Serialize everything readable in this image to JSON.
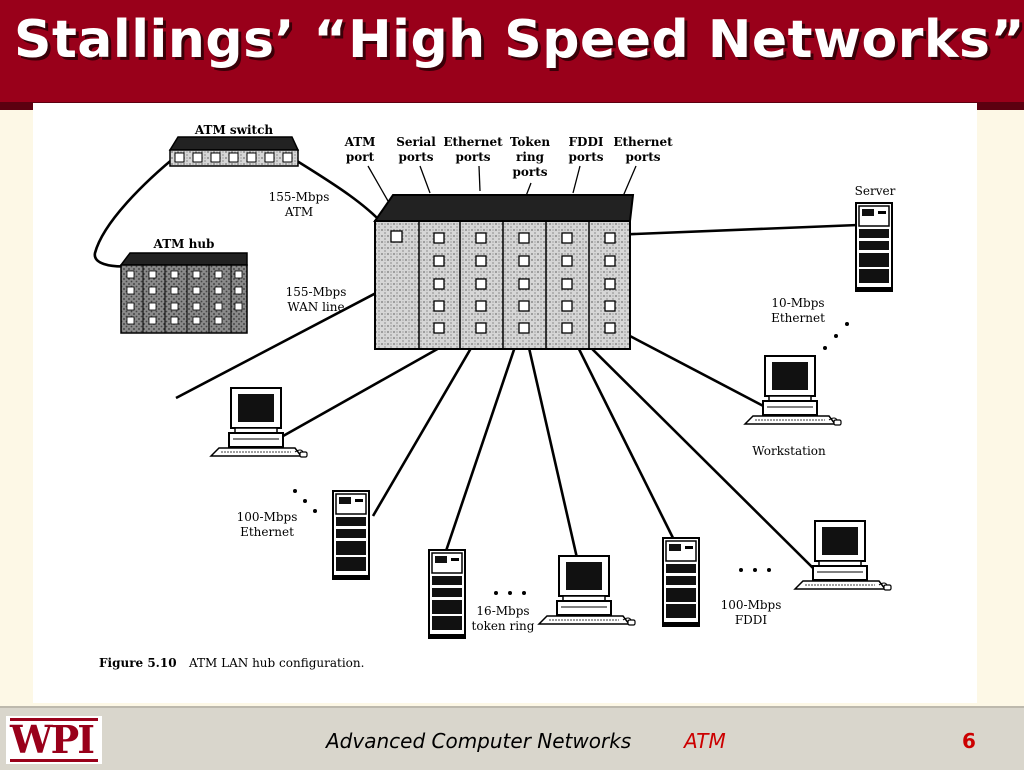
{
  "slide": {
    "title": "Stallings’ “High Speed Networks”",
    "footer": {
      "course": "Advanced Computer Networks",
      "topic": "ATM",
      "page": "6",
      "logo_text": "WPI"
    },
    "colors": {
      "title_bg": "#99001a",
      "accent": "#cc0000",
      "page_bg": "#fdf8e6",
      "footer_bg": "#d9d6cc"
    }
  },
  "figure": {
    "labels": {
      "atm_switch": "ATM switch",
      "atm_hub": "ATM hub",
      "atm_155": [
        "155-Mbps",
        "ATM"
      ],
      "wan_155": [
        "155-Mbps",
        "WAN line"
      ],
      "atm_port": [
        "ATM",
        "port"
      ],
      "serial_ports": [
        "Serial",
        "ports"
      ],
      "ethernet_ports_1": [
        "Ethernet",
        "ports"
      ],
      "token_ring_ports": [
        "Token",
        "ring",
        "ports"
      ],
      "fddi_ports": [
        "FDDI",
        "ports"
      ],
      "ethernet_ports_2": [
        "Ethernet",
        "ports"
      ],
      "server": "Server",
      "eth_10": [
        "10-Mbps",
        "Ethernet"
      ],
      "workstation": "Workstation",
      "eth_100": [
        "100-Mbps",
        "Ethernet"
      ],
      "token_16": [
        "16-Mbps",
        "token ring"
      ],
      "fddi_100": [
        "100-Mbps",
        "FDDI"
      ]
    },
    "caption_number": "Figure 5.10",
    "caption_text": "ATM LAN hub configuration."
  }
}
